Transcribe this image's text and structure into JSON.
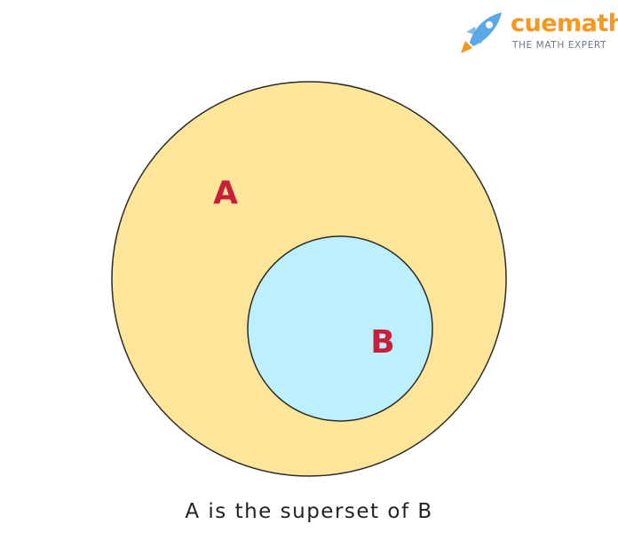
{
  "logo": {
    "name": "cuemath",
    "tagline": "THE MATH EXPERT"
  },
  "diagram": {
    "outer_set": {
      "label": "A",
      "fill": "#fde59a"
    },
    "inner_set": {
      "label": "B",
      "fill": "#bdf0fe"
    },
    "label_color": "#c8203a",
    "outline_color": "#2b2b2b"
  },
  "caption": "A is the superset of B"
}
